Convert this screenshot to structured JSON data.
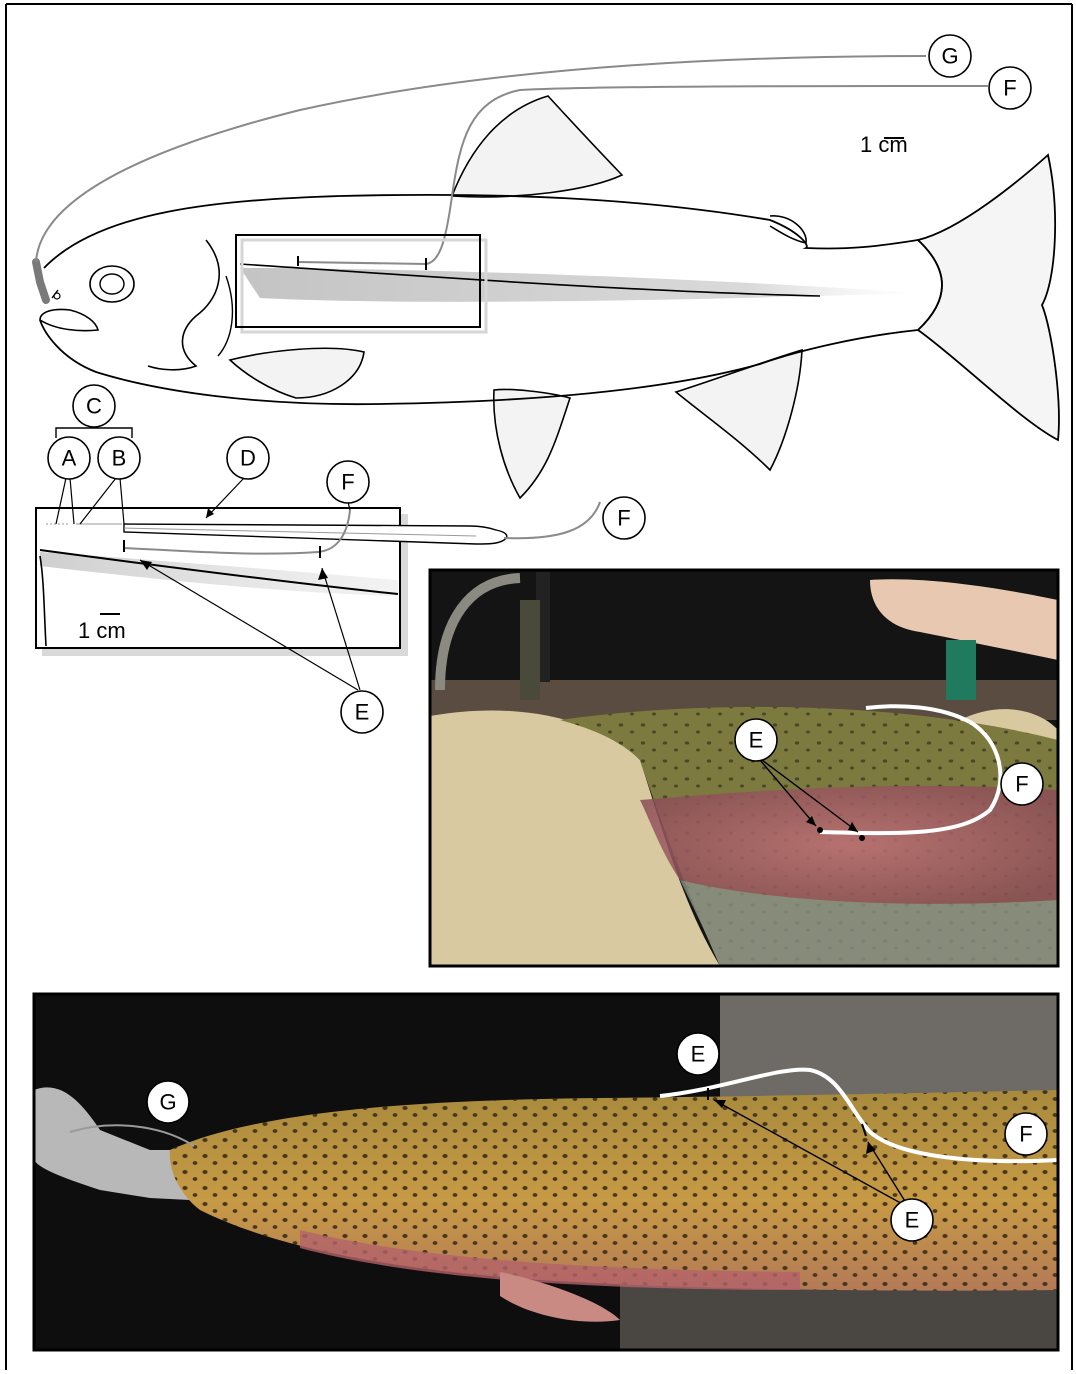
{
  "labels": {
    "A": "A",
    "B": "B",
    "C": "C",
    "D": "D",
    "E": "E",
    "F": "F",
    "G": "G"
  },
  "scale_bars": {
    "top": "1 cm",
    "inset": "1 cm"
  },
  "colors": {
    "fish_outline": "#000000",
    "wire_gray": "#8a8a8a",
    "photo_dark": "#141414",
    "trout_olive": "#7c7a3e",
    "trout_pink": "#b4636a",
    "trout_gold": "#c2963e",
    "wire_white": "#ffffff"
  }
}
